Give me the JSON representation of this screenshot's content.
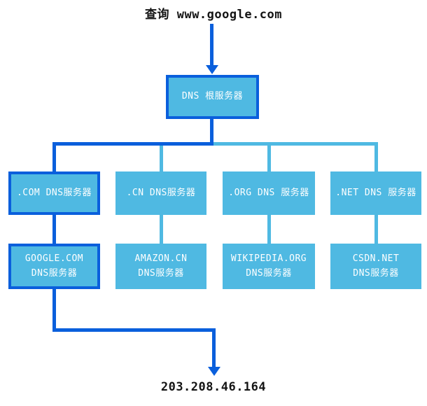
{
  "title": "查询 www.google.com",
  "result_ip": "203.208.46.164",
  "colors": {
    "highlight_blue": "#0A5FDC",
    "node_fill": "#4FB9E2",
    "node_text": "#FFFFFF",
    "label_text": "#141414"
  },
  "nodes": {
    "root": {
      "label": "DNS 根服务器",
      "highlighted": true
    },
    "tld": [
      {
        "label": ".COM DNS服务器",
        "highlighted": true
      },
      {
        "label": ".CN DNS服务器",
        "highlighted": false
      },
      {
        "label": ".ORG DNS 服务器",
        "highlighted": false
      },
      {
        "label": ".NET DNS 服务器",
        "highlighted": false
      }
    ],
    "authoritative": [
      {
        "label": "GOOGLE.COM\nDNS服务器",
        "highlighted": true
      },
      {
        "label": "AMAZON.CN\nDNS服务器",
        "highlighted": false
      },
      {
        "label": "WIKIPEDIA.ORG\nDNS服务器",
        "highlighted": false
      },
      {
        "label": "CSDN.NET\nDNS服务器",
        "highlighted": false
      }
    ]
  }
}
